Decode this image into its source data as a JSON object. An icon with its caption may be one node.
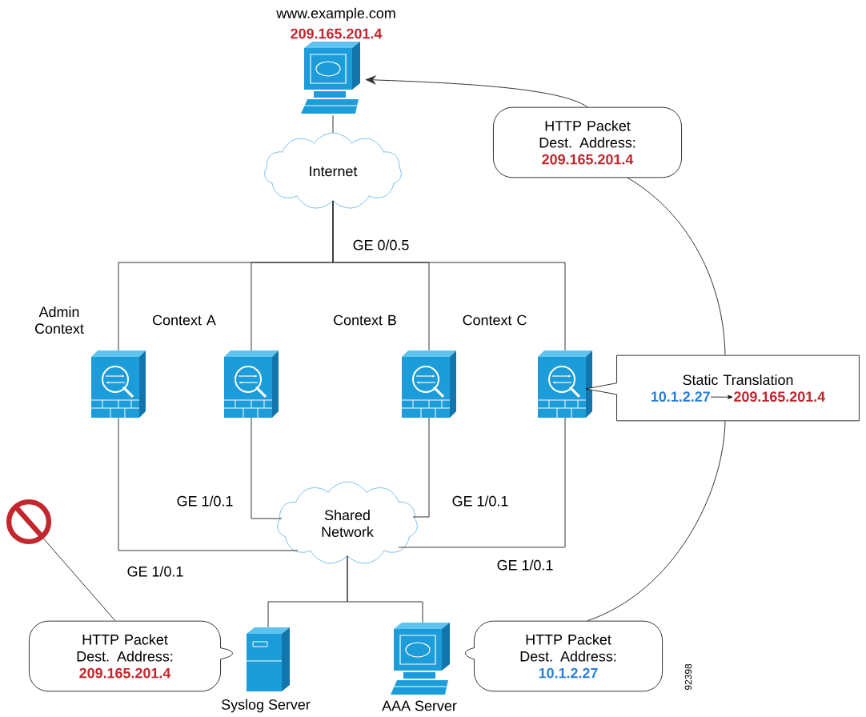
{
  "diagram": {
    "nodes": [
      {
        "text": [
          "www.example.com",
          "209.165.201.4"
        ]
      },
      {
        "text": [
          "Internet"
        ]
      },
      {
        "text": [
          "Admin Context"
        ]
      },
      {
        "text": [
          "Context A"
        ]
      },
      {
        "text": [
          "Context B"
        ]
      },
      {
        "text": [
          "Context C"
        ]
      },
      {
        "text": [
          "Shared Network"
        ]
      },
      {
        "text": [
          "Syslog Server"
        ]
      },
      {
        "text": [
          "AAA Server"
        ]
      },
      {
        "text": [
          "HTTP Packet Dest. Address:",
          "209.165.201.4"
        ]
      },
      {
        "text": [
          "Static Translation",
          "10.1.2.27",
          "209.165.201.4"
        ]
      },
      {
        "text": [
          "HTTP Packet Dest. Address:",
          "209.165.201.4"
        ]
      },
      {
        "text": [
          "HTTP Packet Dest. Address:",
          "10.1.2.27"
        ]
      },
      {
        "text": [],
        "shape": "circle"
      }
    ],
    "edges": [
      {
        "from": 0,
        "to": 1,
        "arrow": "none"
      },
      {
        "from": 1,
        "to": 2,
        "arrow": "none"
      },
      {
        "from": 1,
        "to": 3,
        "arrow": "none"
      },
      {
        "from": 1,
        "to": 4,
        "arrow": "none"
      },
      {
        "from": 1,
        "to": 5,
        "arrow": "none"
      },
      {
        "from": 2,
        "to": 6,
        "arrow": "none"
      },
      {
        "from": 3,
        "to": 6,
        "arrow": "none"
      },
      {
        "from": 4,
        "to": 6,
        "arrow": "none"
      },
      {
        "from": 5,
        "to": 6,
        "arrow": "none"
      },
      {
        "from": 6,
        "to": 7,
        "arrow": "none"
      },
      {
        "from": 6,
        "to": 8,
        "arrow": "none"
      },
      {
        "from": 11,
        "to": 13,
        "arrow": "none"
      },
      {
        "from": 12,
        "to": 10,
        "arrow": "none"
      },
      {
        "from": 10,
        "to": 9,
        "arrow": "none"
      },
      {
        "from": 9,
        "to": 0,
        "arrow": "to"
      }
    ],
    "labels": [
      "GE 0/0.5",
      "GE 1/0.1",
      "GE 1/0.1",
      "GE 1/0.1",
      "GE 1/0.1",
      "92398"
    ]
  }
}
